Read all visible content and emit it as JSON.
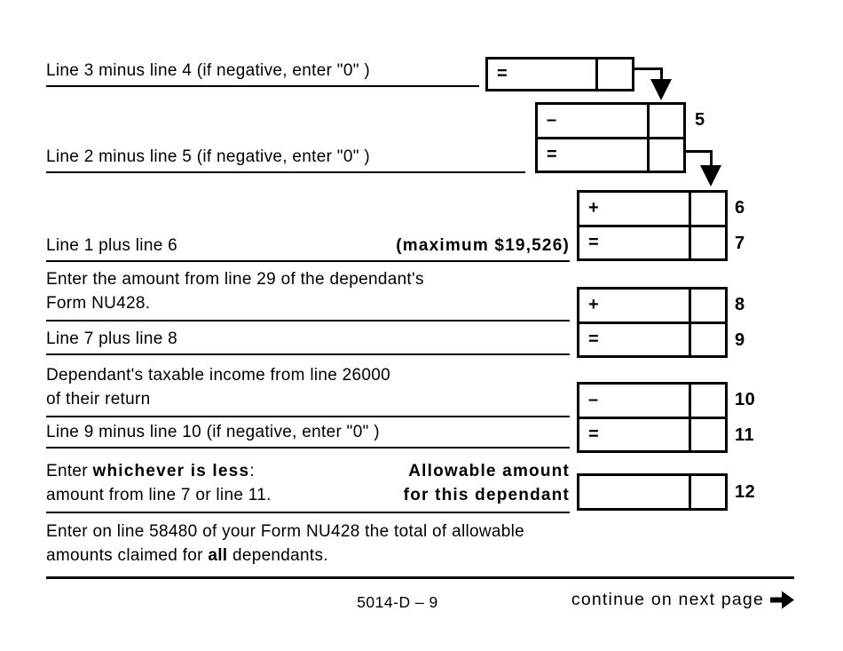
{
  "colors": {
    "ink": "#000000",
    "paper": "#ffffff"
  },
  "rows": {
    "r1": {
      "text": "Line 3 minus line 4 (if negative, enter \"0\" )"
    },
    "r2": {
      "text": "Line 2 minus line 5 (if negative, enter \"0\" )"
    },
    "r3": {
      "left": "Line 1 plus line 6",
      "right": "(maximum $19,526)"
    },
    "r4": {
      "line1": "Enter the amount from line 29 of the dependant's",
      "line2": "Form NU428."
    },
    "r5": {
      "text": "Line 7 plus line 8"
    },
    "r6": {
      "line1": "Dependant's taxable income from line 26000",
      "line2": "of their return"
    },
    "r7": {
      "text": "Line 9 minus line 10 (if negative, enter \"0\" )"
    },
    "r8": {
      "l1_pre": "Enter ",
      "l1_bold": "whichever is less",
      "l1_post": ":",
      "l1_right": "Allowable amount",
      "l2_left": "amount from line 7 or line 11.",
      "l2_right": "for this dependant"
    },
    "r9": {
      "line1": "Enter on line 58480 of your Form NU428 the total of allowable",
      "l2_pre": "amounts claimed for ",
      "l2_bold": "all",
      "l2_post": " dependants."
    }
  },
  "boxes": {
    "top": {
      "op": "="
    },
    "g5": {
      "r1_op": "–",
      "r1_line": "5",
      "r2_op": "="
    },
    "g67": {
      "r1_op": "+",
      "r1_line": "6",
      "r2_op": "=",
      "r2_line": "7"
    },
    "g89": {
      "r1_op": "+",
      "r1_line": "8",
      "r2_op": "=",
      "r2_line": "9"
    },
    "g1011": {
      "r1_op": "–",
      "r1_line": "10",
      "r2_op": "=",
      "r2_line": "11"
    },
    "b12": {
      "line": "12"
    }
  },
  "footer": {
    "page_number": "5014-D – 9",
    "continue_label": "continue on next page"
  }
}
